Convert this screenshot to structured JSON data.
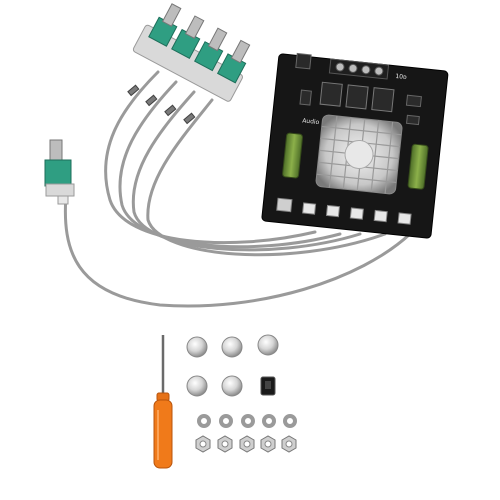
{
  "board": {
    "silk_top": "10ᴅ",
    "silk_side": "Audio",
    "colors": {
      "pcb": "#161616",
      "cable": "#9a9a9a",
      "knob_green": "#2f9e82",
      "screwdriver_handle": "#f07a1a",
      "capacitor": "#6b8f3a"
    }
  },
  "items": {
    "potentiometers": 5,
    "knobs": 5,
    "nuts": 5,
    "washers": 5
  }
}
